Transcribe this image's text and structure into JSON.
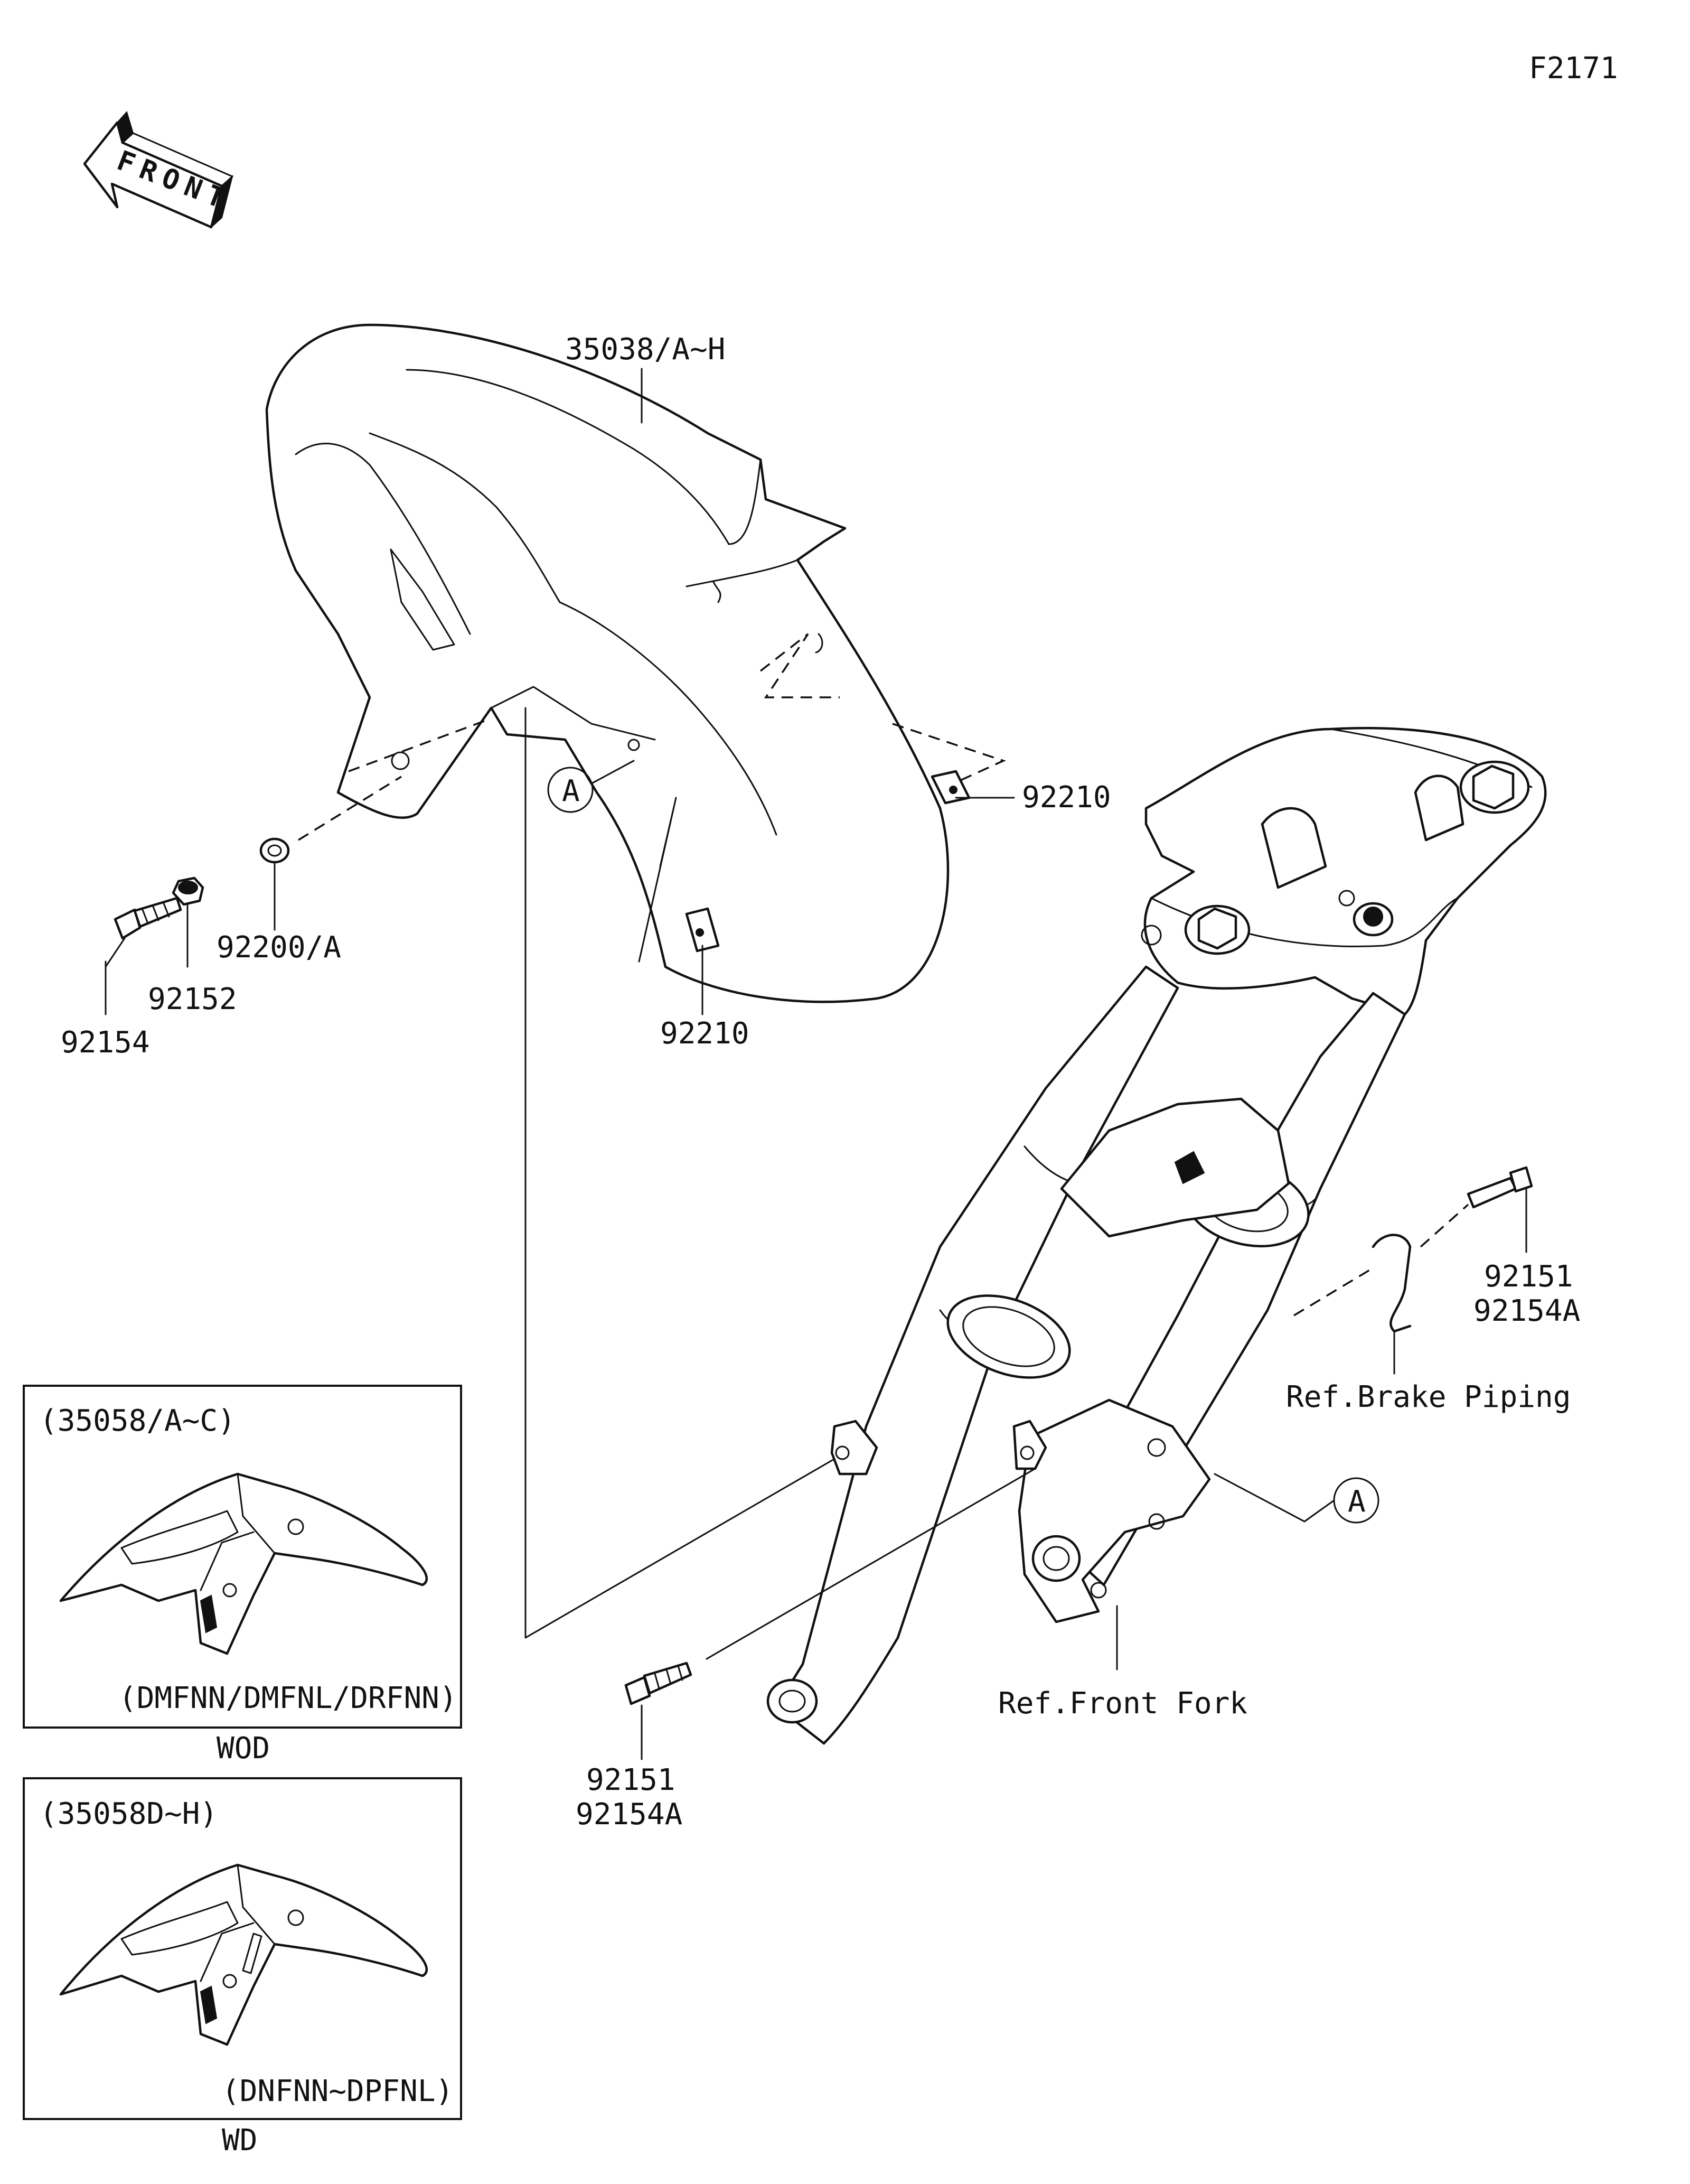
{
  "diagram_id": "F2171",
  "front_marker": "FRONT",
  "callouts": {
    "fender": "35038/A~H",
    "clip_upper": "92210",
    "clip_lower": "92210",
    "washer": "92200/A",
    "nut": "92152",
    "bolt_left": "92154",
    "bolt_right_a": "92151",
    "bolt_right_b": "92154A",
    "bolt_bottom_a": "92151",
    "bolt_bottom_b": "92154A",
    "ref_brake": "Ref.Brake Piping",
    "ref_fork": "Ref.Front Fork",
    "marker_a_left": "A",
    "marker_a_right": "A"
  },
  "variants": [
    {
      "parts": "(35058/A~C)",
      "models": "(DMFNN/DMFNL/DRFNN)",
      "caption": "WOD"
    },
    {
      "parts": "(35058D~H)",
      "models": "(DNFNN~DPFNL)",
      "caption": "WD"
    }
  ]
}
